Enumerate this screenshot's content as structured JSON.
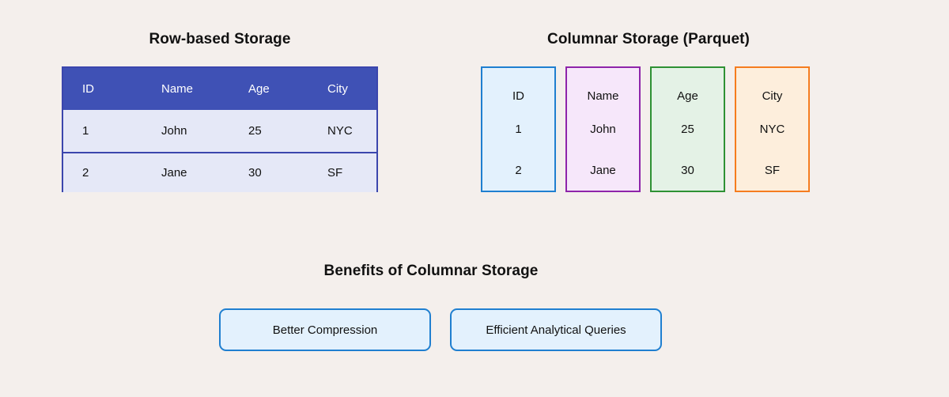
{
  "background_color": "#f4efec",
  "row_section": {
    "title": "Row-based Storage",
    "header_color": "#3f51b5",
    "row_color": "#e5e8f7",
    "border_color": "#3b46ad",
    "columns": [
      "ID",
      "Name",
      "Age",
      "City"
    ],
    "rows": [
      [
        "1",
        "John",
        "25",
        "NYC"
      ],
      [
        "2",
        "Jane",
        "30",
        "SF"
      ]
    ]
  },
  "columnar_section": {
    "title": "Columnar Storage (Parquet)",
    "columns": [
      {
        "name": "ID",
        "values": [
          "1",
          "2"
        ],
        "border_color": "#1f7fd0",
        "fill_color": "#e3f1fd"
      },
      {
        "name": "Name",
        "values": [
          "John",
          "Jane"
        ],
        "border_color": "#8e24aa",
        "fill_color": "#f6e7fa"
      },
      {
        "name": "Age",
        "values": [
          "25",
          "30"
        ],
        "border_color": "#2e9134",
        "fill_color": "#e4f2e6"
      },
      {
        "name": "City",
        "values": [
          "NYC",
          "SF"
        ],
        "border_color": "#f57c1f",
        "fill_color": "#fdeedc"
      }
    ]
  },
  "benefits_section": {
    "title": "Benefits of Columnar Storage",
    "border_color": "#1f7fd0",
    "fill_color": "#e3f1fd",
    "items": [
      {
        "label": "Better Compression"
      },
      {
        "label": "Efficient Analytical Queries"
      }
    ]
  }
}
